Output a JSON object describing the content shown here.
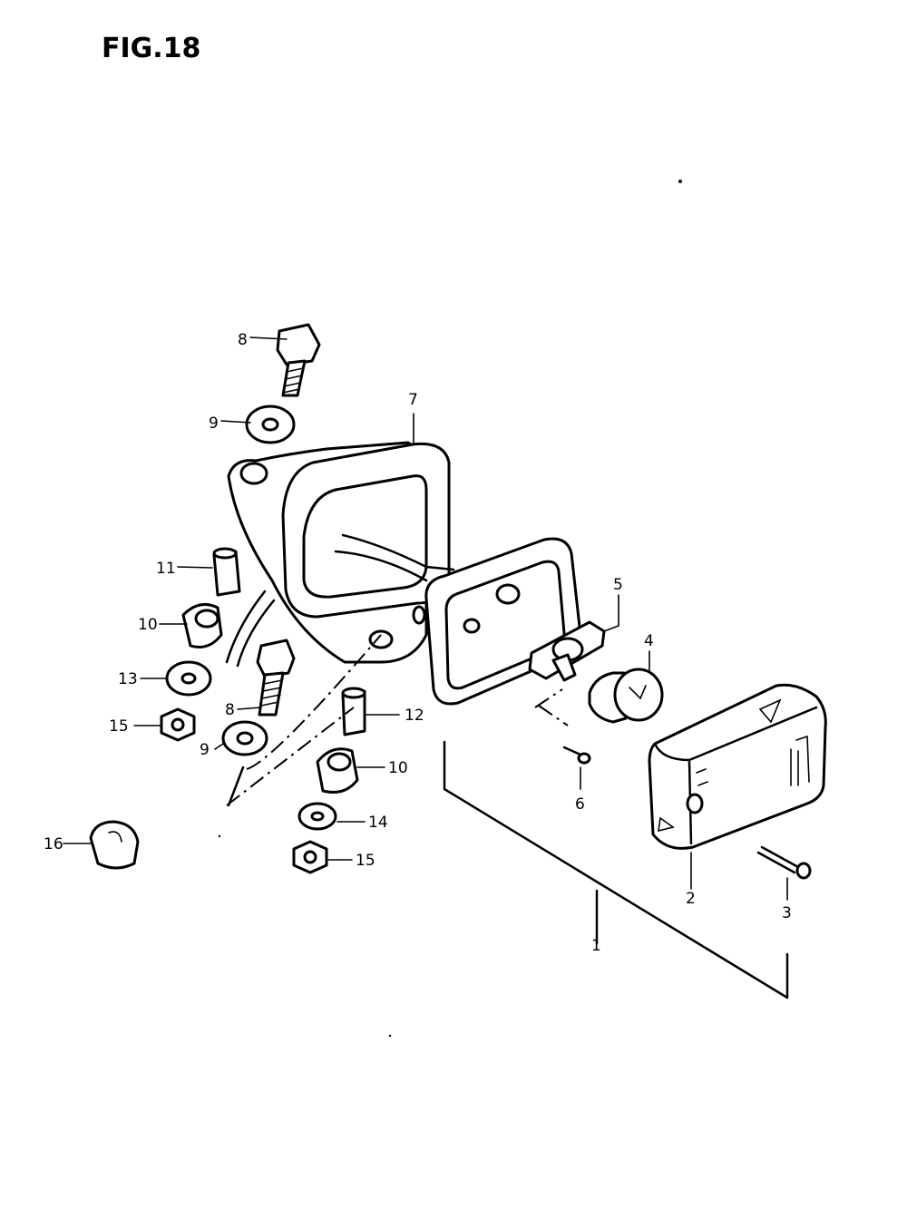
{
  "figure": {
    "title": "FIG.18"
  },
  "callouts": [
    "8",
    "9",
    "7",
    "11",
    "10",
    "5",
    "4",
    "13",
    "8",
    "12",
    "15",
    "9",
    "10",
    "6",
    "14",
    "16",
    "15",
    "2",
    "3",
    "1"
  ]
}
